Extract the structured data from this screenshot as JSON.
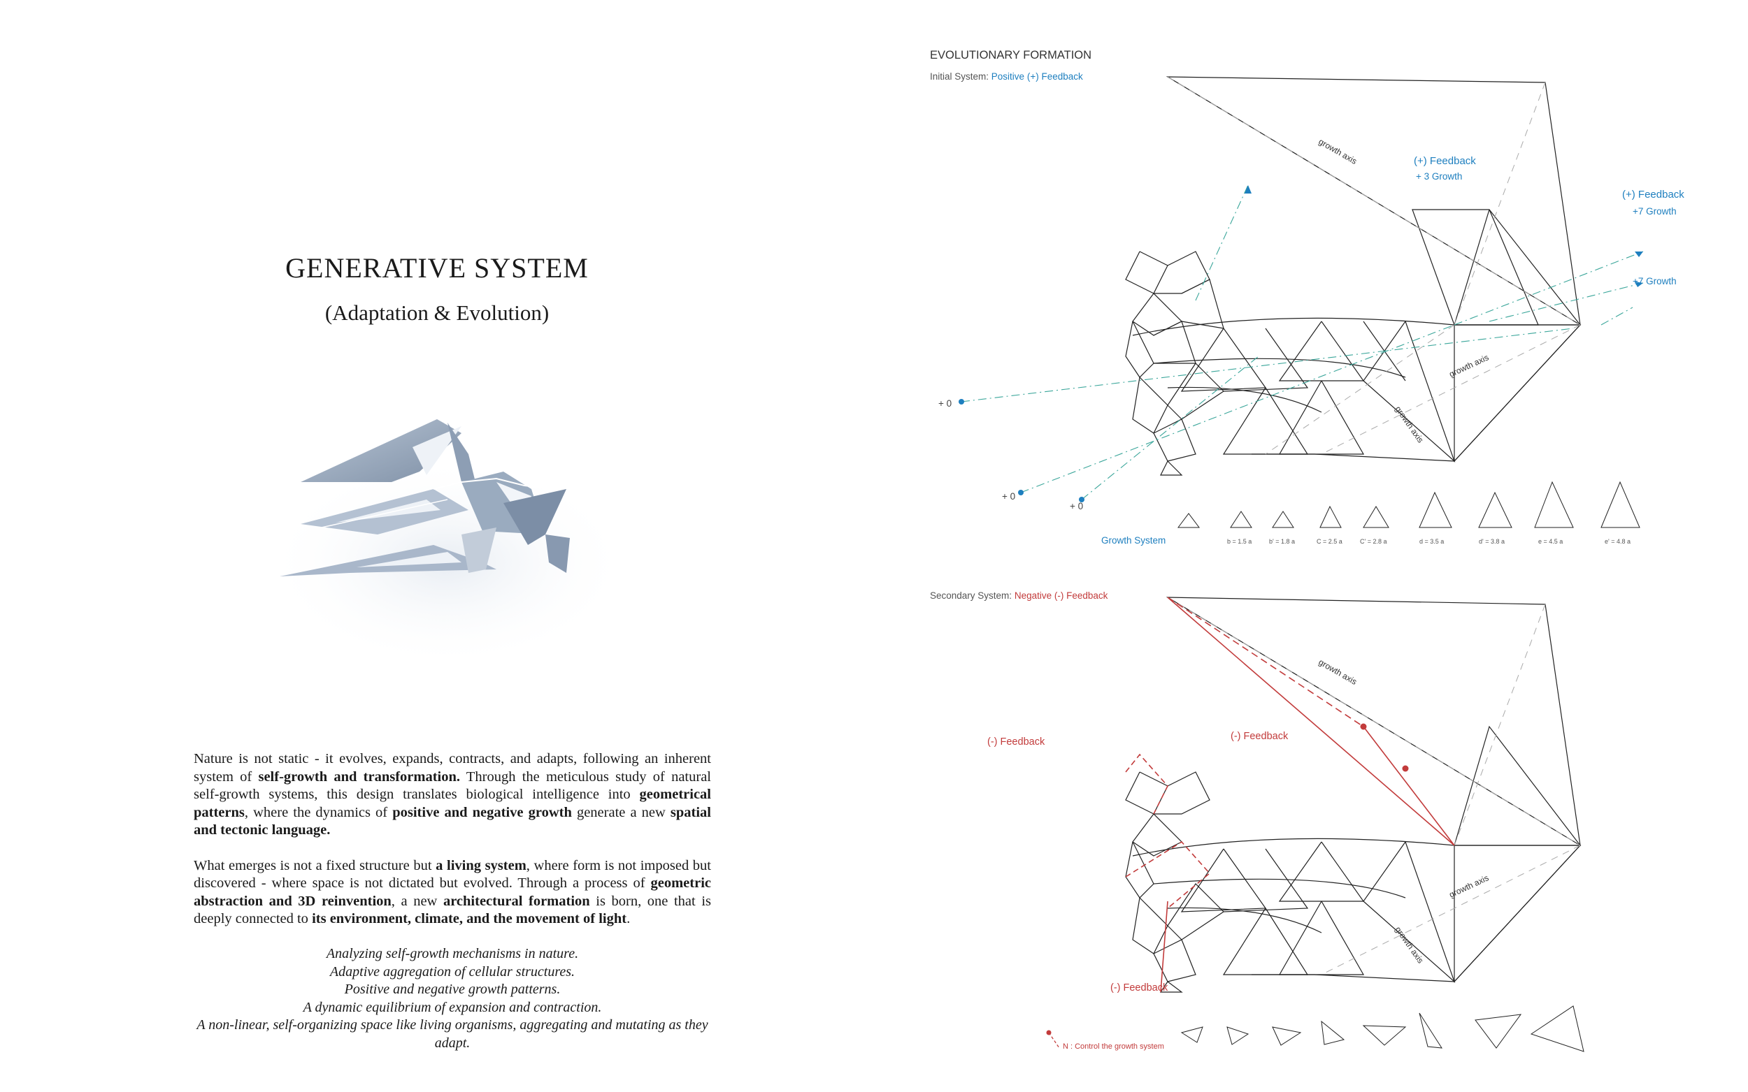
{
  "left": {
    "title": "GENERATIVE SYSTEM",
    "subtitle": "(Adaptation & Evolution)",
    "paragraph1": [
      {
        "t": "Nature is not static - it evolves, expands, contracts, and adapts, following an inherent system of ",
        "b": false
      },
      {
        "t": "self-growth and transformation.",
        "b": true
      },
      {
        "t": " Through the meticulous study of natural self-growth systems, this design translates biological intelligence into ",
        "b": false
      },
      {
        "t": "geometrical patterns",
        "b": true
      },
      {
        "t": ", where the dynamics of ",
        "b": false
      },
      {
        "t": "positive and negative growth",
        "b": true
      },
      {
        "t": " generate a new ",
        "b": false
      },
      {
        "t": "spatial and tectonic language.",
        "b": true
      }
    ],
    "paragraph2": [
      {
        "t": "What emerges is not a fixed structure but ",
        "b": false
      },
      {
        "t": "a living system",
        "b": true
      },
      {
        "t": ", where form is not imposed but discovered - where space is not dictated but evolved. Through a process of ",
        "b": false
      },
      {
        "t": "geometric abstraction and 3D reinvention",
        "b": true
      },
      {
        "t": ", a new ",
        "b": false
      },
      {
        "t": "architectural formation",
        "b": true
      },
      {
        "t": " is born, one that is deeply connected to ",
        "b": false
      },
      {
        "t": "its environment, climate, and the movement of light",
        "b": true
      },
      {
        "t": ".",
        "b": false
      }
    ],
    "bullets": [
      "Analyzing self-growth mechanisms in nature.",
      "Adaptive aggregation of cellular structures.",
      "Positive and negative growth patterns.",
      "A dynamic equilibrium of expansion and contraction.",
      "A non-linear, self-organizing space like living organisms, aggregating and mutating as they adapt."
    ]
  },
  "right": {
    "header": "EVOLUTIONARY FORMATION",
    "initial_label": "Initial System:",
    "initial_value": "Positive (+) Feedback",
    "secondary_label": "Secondary System:",
    "secondary_value": "Negative (-) Feedback",
    "feedback_plus": "(+) Feedback",
    "growth_3": "+ 3 Growth",
    "growth_7a": "+7 Growth",
    "growth_7b": "+7 Growth",
    "zero_a": "+ 0",
    "zero_b": "+ 0",
    "zero_c": "+ 0",
    "growth_system": "Growth System",
    "feedback_minus": "(-) Feedback",
    "control_note": "N : Control the growth system",
    "growth_axis": "growth axis",
    "growth_labels": [
      "b = 1.5 a",
      "b' = 1.8 a",
      "C = 2.5 a",
      "C' = 2.8 a",
      "d = 3.5 a",
      "d' = 3.8 a",
      "e = 4.5 a",
      "e' = 4.8 a"
    ]
  },
  "colors": {
    "blue": "#1e7fbf",
    "red": "#c23b3b",
    "teal": "#3aa69a",
    "orange": "#e0a45a",
    "line": "#222222",
    "dash": "#9a9a9a"
  }
}
